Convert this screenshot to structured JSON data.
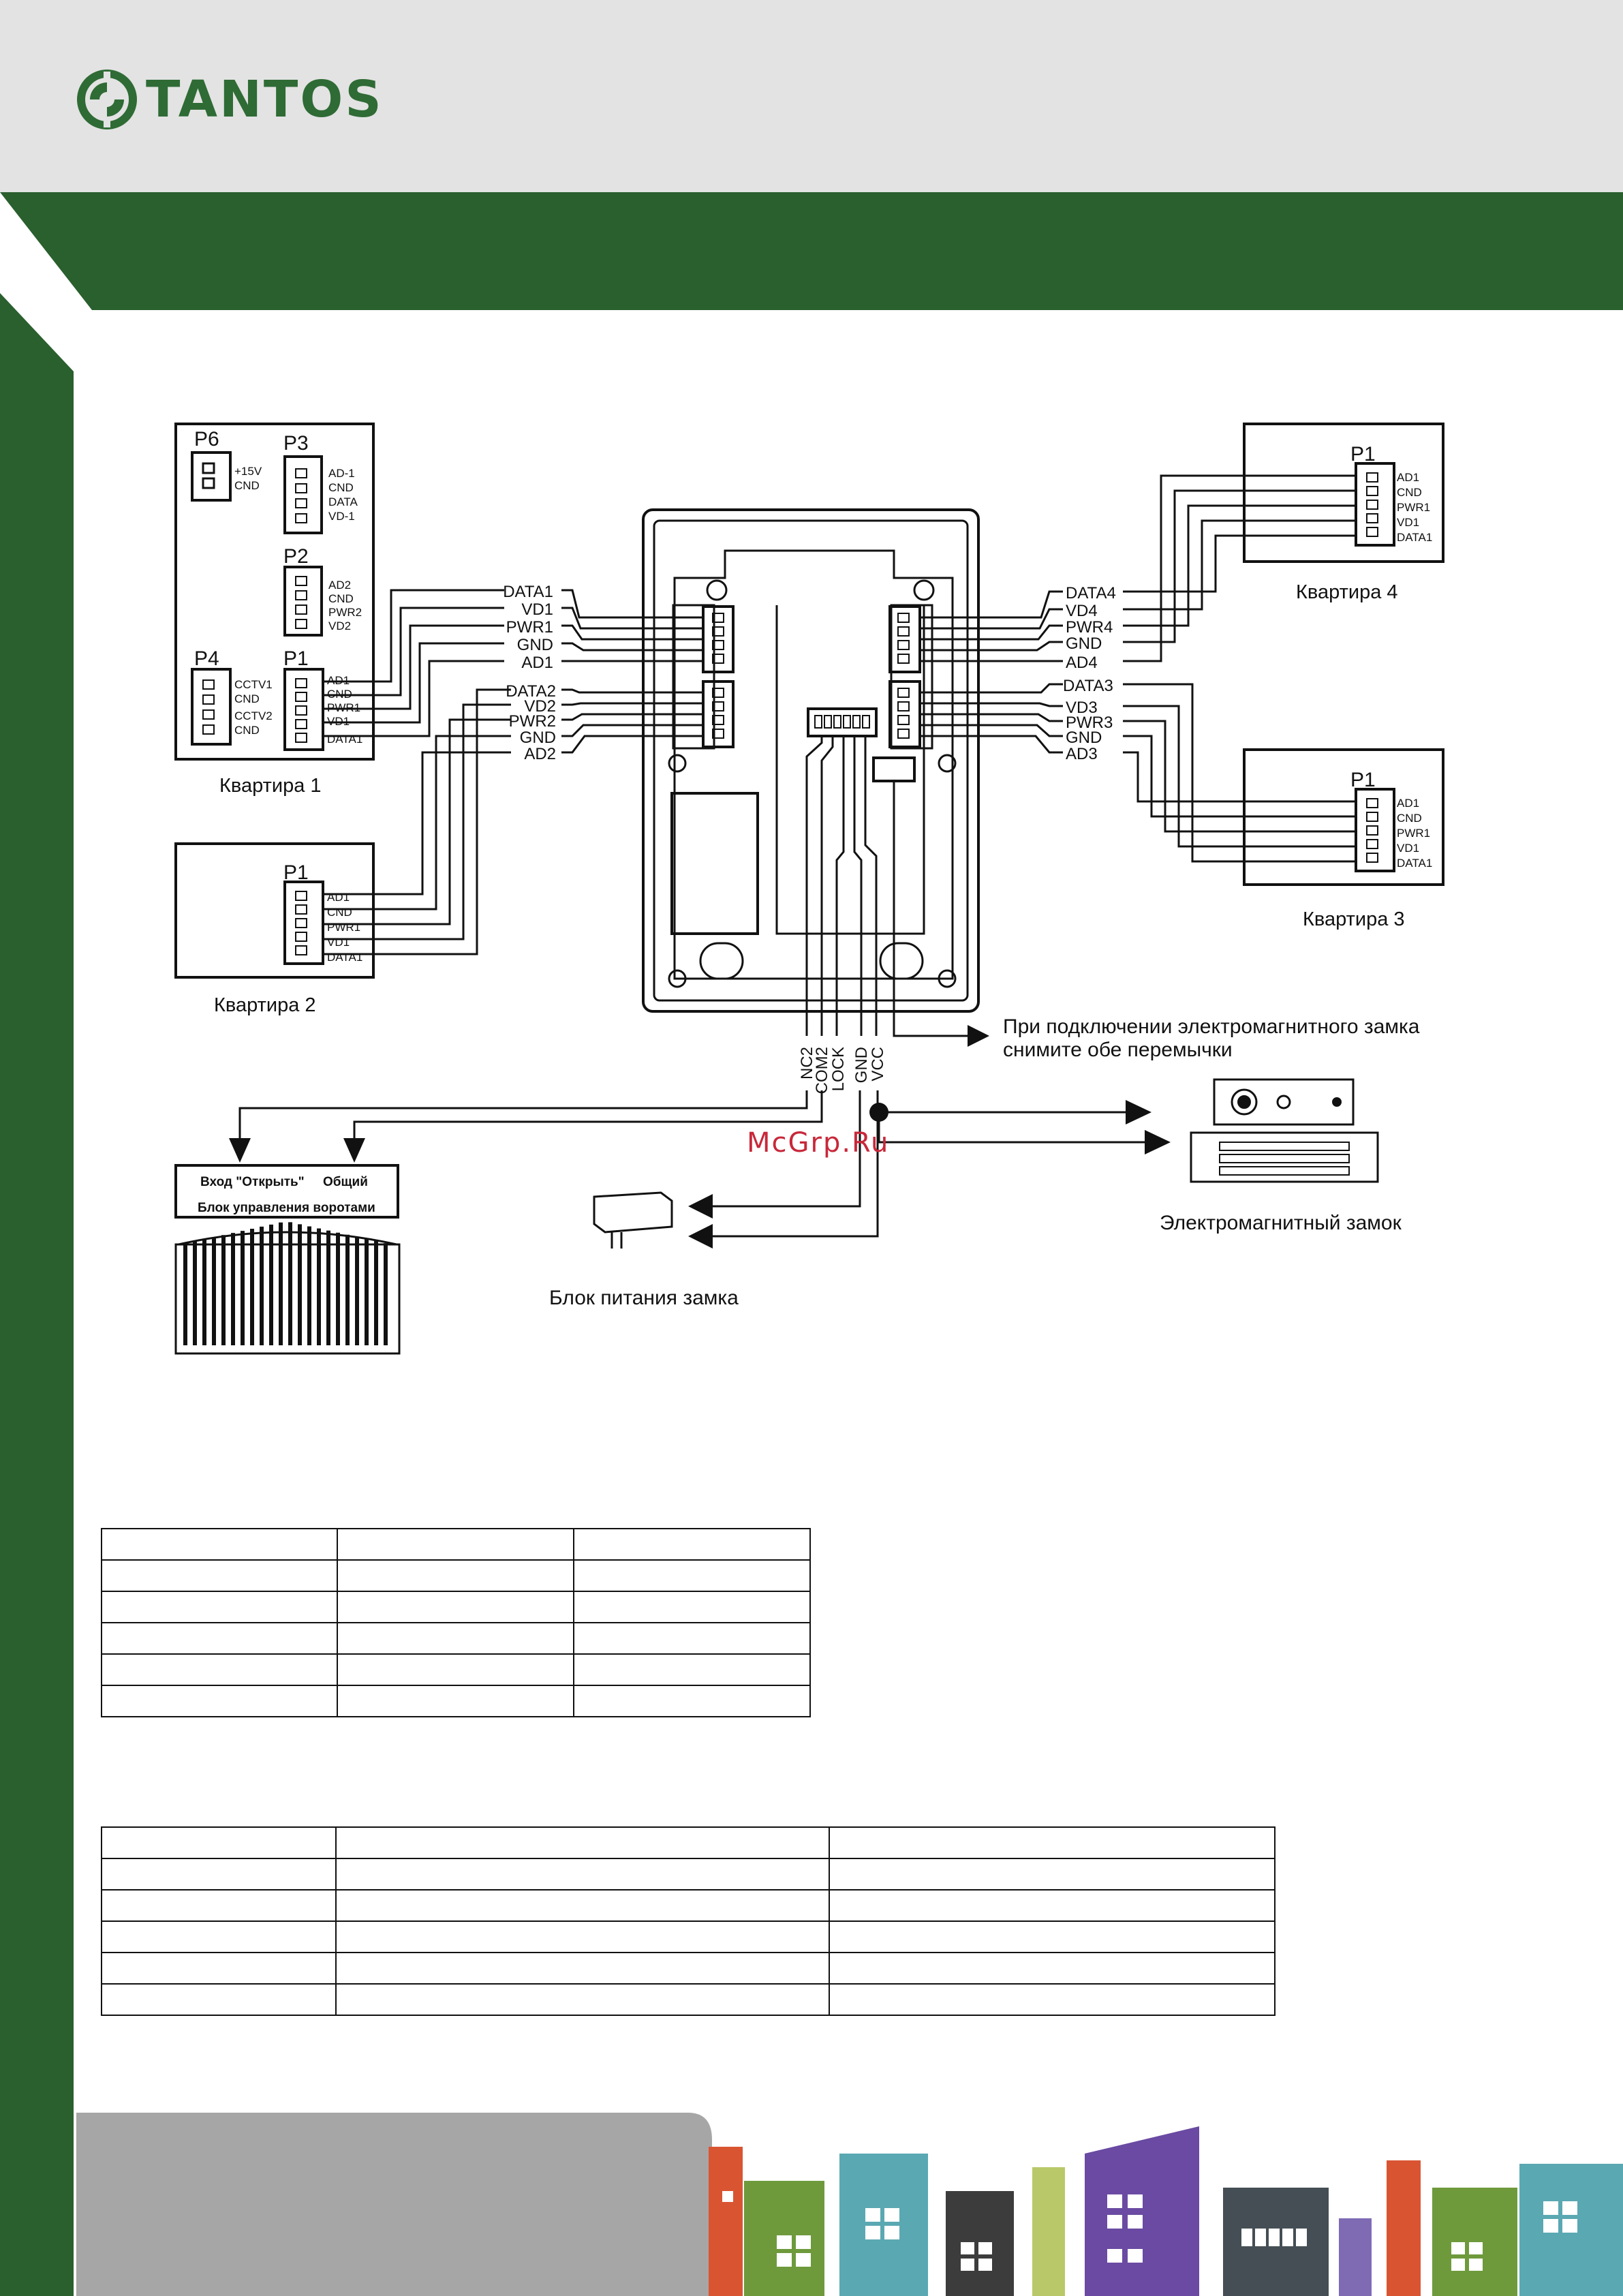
{
  "brand": {
    "logo_text": "TANTOS"
  },
  "diagram": {
    "apt1": {
      "label": "Квартира 1",
      "p6": {
        "title": "P6",
        "pins": [
          "+15V",
          "CND"
        ]
      },
      "p3": {
        "title": "P3",
        "pins": [
          "AD-1",
          "CND",
          "DATA",
          "VD-1"
        ]
      },
      "p2": {
        "title": "P2",
        "pins": [
          "AD2",
          "CND",
          "PWR2",
          "VD2"
        ]
      },
      "p4": {
        "title": "P4",
        "pins": [
          "CCTV1",
          "CND",
          "CCTV2",
          "CND"
        ]
      },
      "p1": {
        "title": "P1",
        "pins": [
          "AD1",
          "CND",
          "PWR1",
          "VD1",
          "DATA1"
        ]
      }
    },
    "apt2": {
      "label": "Квартира 2",
      "p1": {
        "title": "P1",
        "pins": [
          "AD1",
          "CND",
          "PWR1",
          "VD1",
          "DATA1"
        ]
      }
    },
    "apt3": {
      "label": "Квартира 3",
      "p1": {
        "title": "P1",
        "pins": [
          "AD1",
          "CND",
          "PWR1",
          "VD1",
          "DATA1"
        ]
      }
    },
    "apt4": {
      "label": "Квартира 4",
      "p1": {
        "title": "P1",
        "pins": [
          "AD1",
          "CND",
          "PWR1",
          "VD1",
          "DATA1"
        ]
      }
    },
    "left_bus_1": [
      "DATA1",
      "VD1",
      "PWR1",
      "GND",
      "AD1"
    ],
    "left_bus_2": [
      "DATA2",
      "VD2",
      "PWR2",
      "GND",
      "AD2"
    ],
    "right_bus_1": [
      "DATA4",
      "VD4",
      "PWR4",
      "GND",
      "AD4"
    ],
    "right_bus_2": [
      "DATA3",
      "VD3",
      "PWR3",
      "GND",
      "AD3"
    ],
    "bottom_pins": [
      "NC2",
      "COM2",
      "LOCK",
      "GND",
      "VCC"
    ],
    "jumper_note_line1": "При подключении электромагнитного замка",
    "jumper_note_line2": "снимите обе перемычки",
    "gate_input": "Вход \"Открыть\"",
    "gate_common": "Общий",
    "gate_unit": "Блок управления воротами",
    "lock_label": "Электромагнитный замок",
    "psu_label": "Блок питания замка",
    "watermark": "McGrp.Ru"
  },
  "colors": {
    "brand_green": "#2a5f2e",
    "header_gray": "#e3e3e3",
    "watermark_red": "#c8283a"
  }
}
